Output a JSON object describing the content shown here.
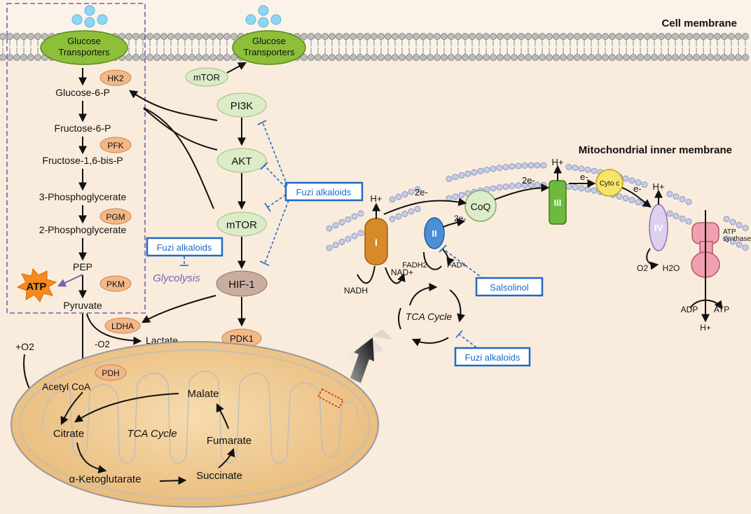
{
  "membrane": {
    "cell": "Cell membrane",
    "mito_inner": "Mitochondrial inner membrane"
  },
  "transporters": {
    "left": [
      "Glucose",
      "Transporters"
    ],
    "right": [
      "Glucose",
      "Transporters"
    ]
  },
  "glycolysis": {
    "metabolites": [
      "Glucose-6-P",
      "Fructose-6-P",
      "Fructose-1,6-bis-P",
      "3-Phosphoglycerate",
      "2-Phosphoglycerate",
      "PEP",
      "Pyruvate"
    ],
    "enzymes": [
      "HK2",
      "PFK",
      "PGM",
      "PKM"
    ],
    "atp": "ATP",
    "label": "Glycolysis"
  },
  "signaling": {
    "mtor_small": "mTOR",
    "pi3k": "PI3K",
    "akt": "AKT",
    "mtor": "mTOR",
    "hif": "HIF-1",
    "pdk1": "PDK1"
  },
  "inhibitors": {
    "fuzi": "Fuzi alkaloids",
    "salsolinol": "Salsolinol"
  },
  "pyruvate_fate": {
    "ldha": "LDHA",
    "lactate": "Lactate",
    "minus_o2": "-O2",
    "plus_o2": "+O2",
    "pdh": "PDH",
    "acetyl": "Acetyl CoA"
  },
  "tca": {
    "title": "TCA Cycle",
    "metabolites": [
      "Malate",
      "Citrate",
      "α-Ketoglutarate",
      "Succinate",
      "Fumarate"
    ]
  },
  "etc": {
    "complexes": [
      "I",
      "II",
      "III",
      "IV"
    ],
    "coq": "CoQ",
    "cytoc": "Cyto c",
    "atp_synthase": [
      "ATP",
      "synthase"
    ],
    "h_plus": "H+",
    "two_e": "2e-",
    "e": "e-",
    "nadh": "NADH",
    "nad": "NAD+",
    "fadh2": "FADH2",
    "fad": "FAD+",
    "o2": "O2",
    "h2o": "H2O",
    "adp": "ADP",
    "atp": "ATP",
    "tca_small": "TCA Cycle"
  },
  "colors": {
    "enzyme": "#f2b888",
    "signal": "#dcebc8",
    "hif": "#c9aea0",
    "transporter": "#8dbf3a",
    "mito": "#f0c890",
    "box": "#1f6ac4",
    "glyco_box": "#7b5fb0"
  }
}
